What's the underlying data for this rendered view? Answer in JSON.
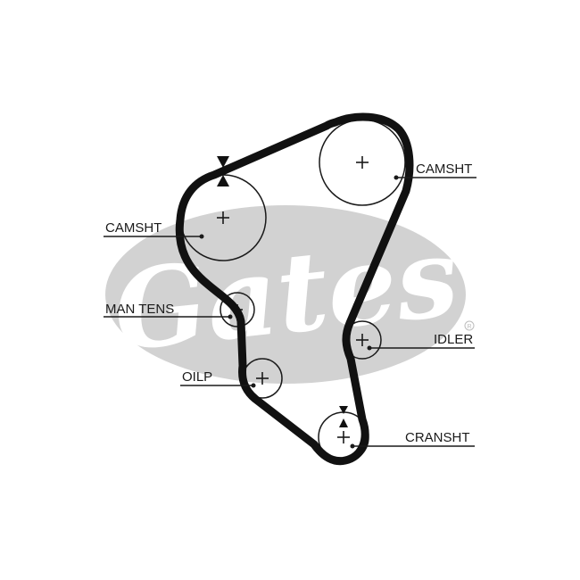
{
  "brand": {
    "logo_text": "Gates",
    "registered_mark": "®",
    "logo_color": "#d2d2d2"
  },
  "diagram": {
    "belt_color": "#111111",
    "line_color": "#1a1a1a",
    "pulleys": [
      {
        "id": "camshaft-left",
        "label": "CAMSHT"
      },
      {
        "id": "camshaft-right",
        "label": "CAMSHT"
      },
      {
        "id": "manual-tensioner",
        "label": "MAN TENS"
      },
      {
        "id": "oil-pump",
        "label": "OILP"
      },
      {
        "id": "idler",
        "label": "IDLER"
      },
      {
        "id": "crankshaft",
        "label": "CRANSHT"
      }
    ],
    "timing_marks": [
      "camshaft-left",
      "crankshaft"
    ]
  }
}
